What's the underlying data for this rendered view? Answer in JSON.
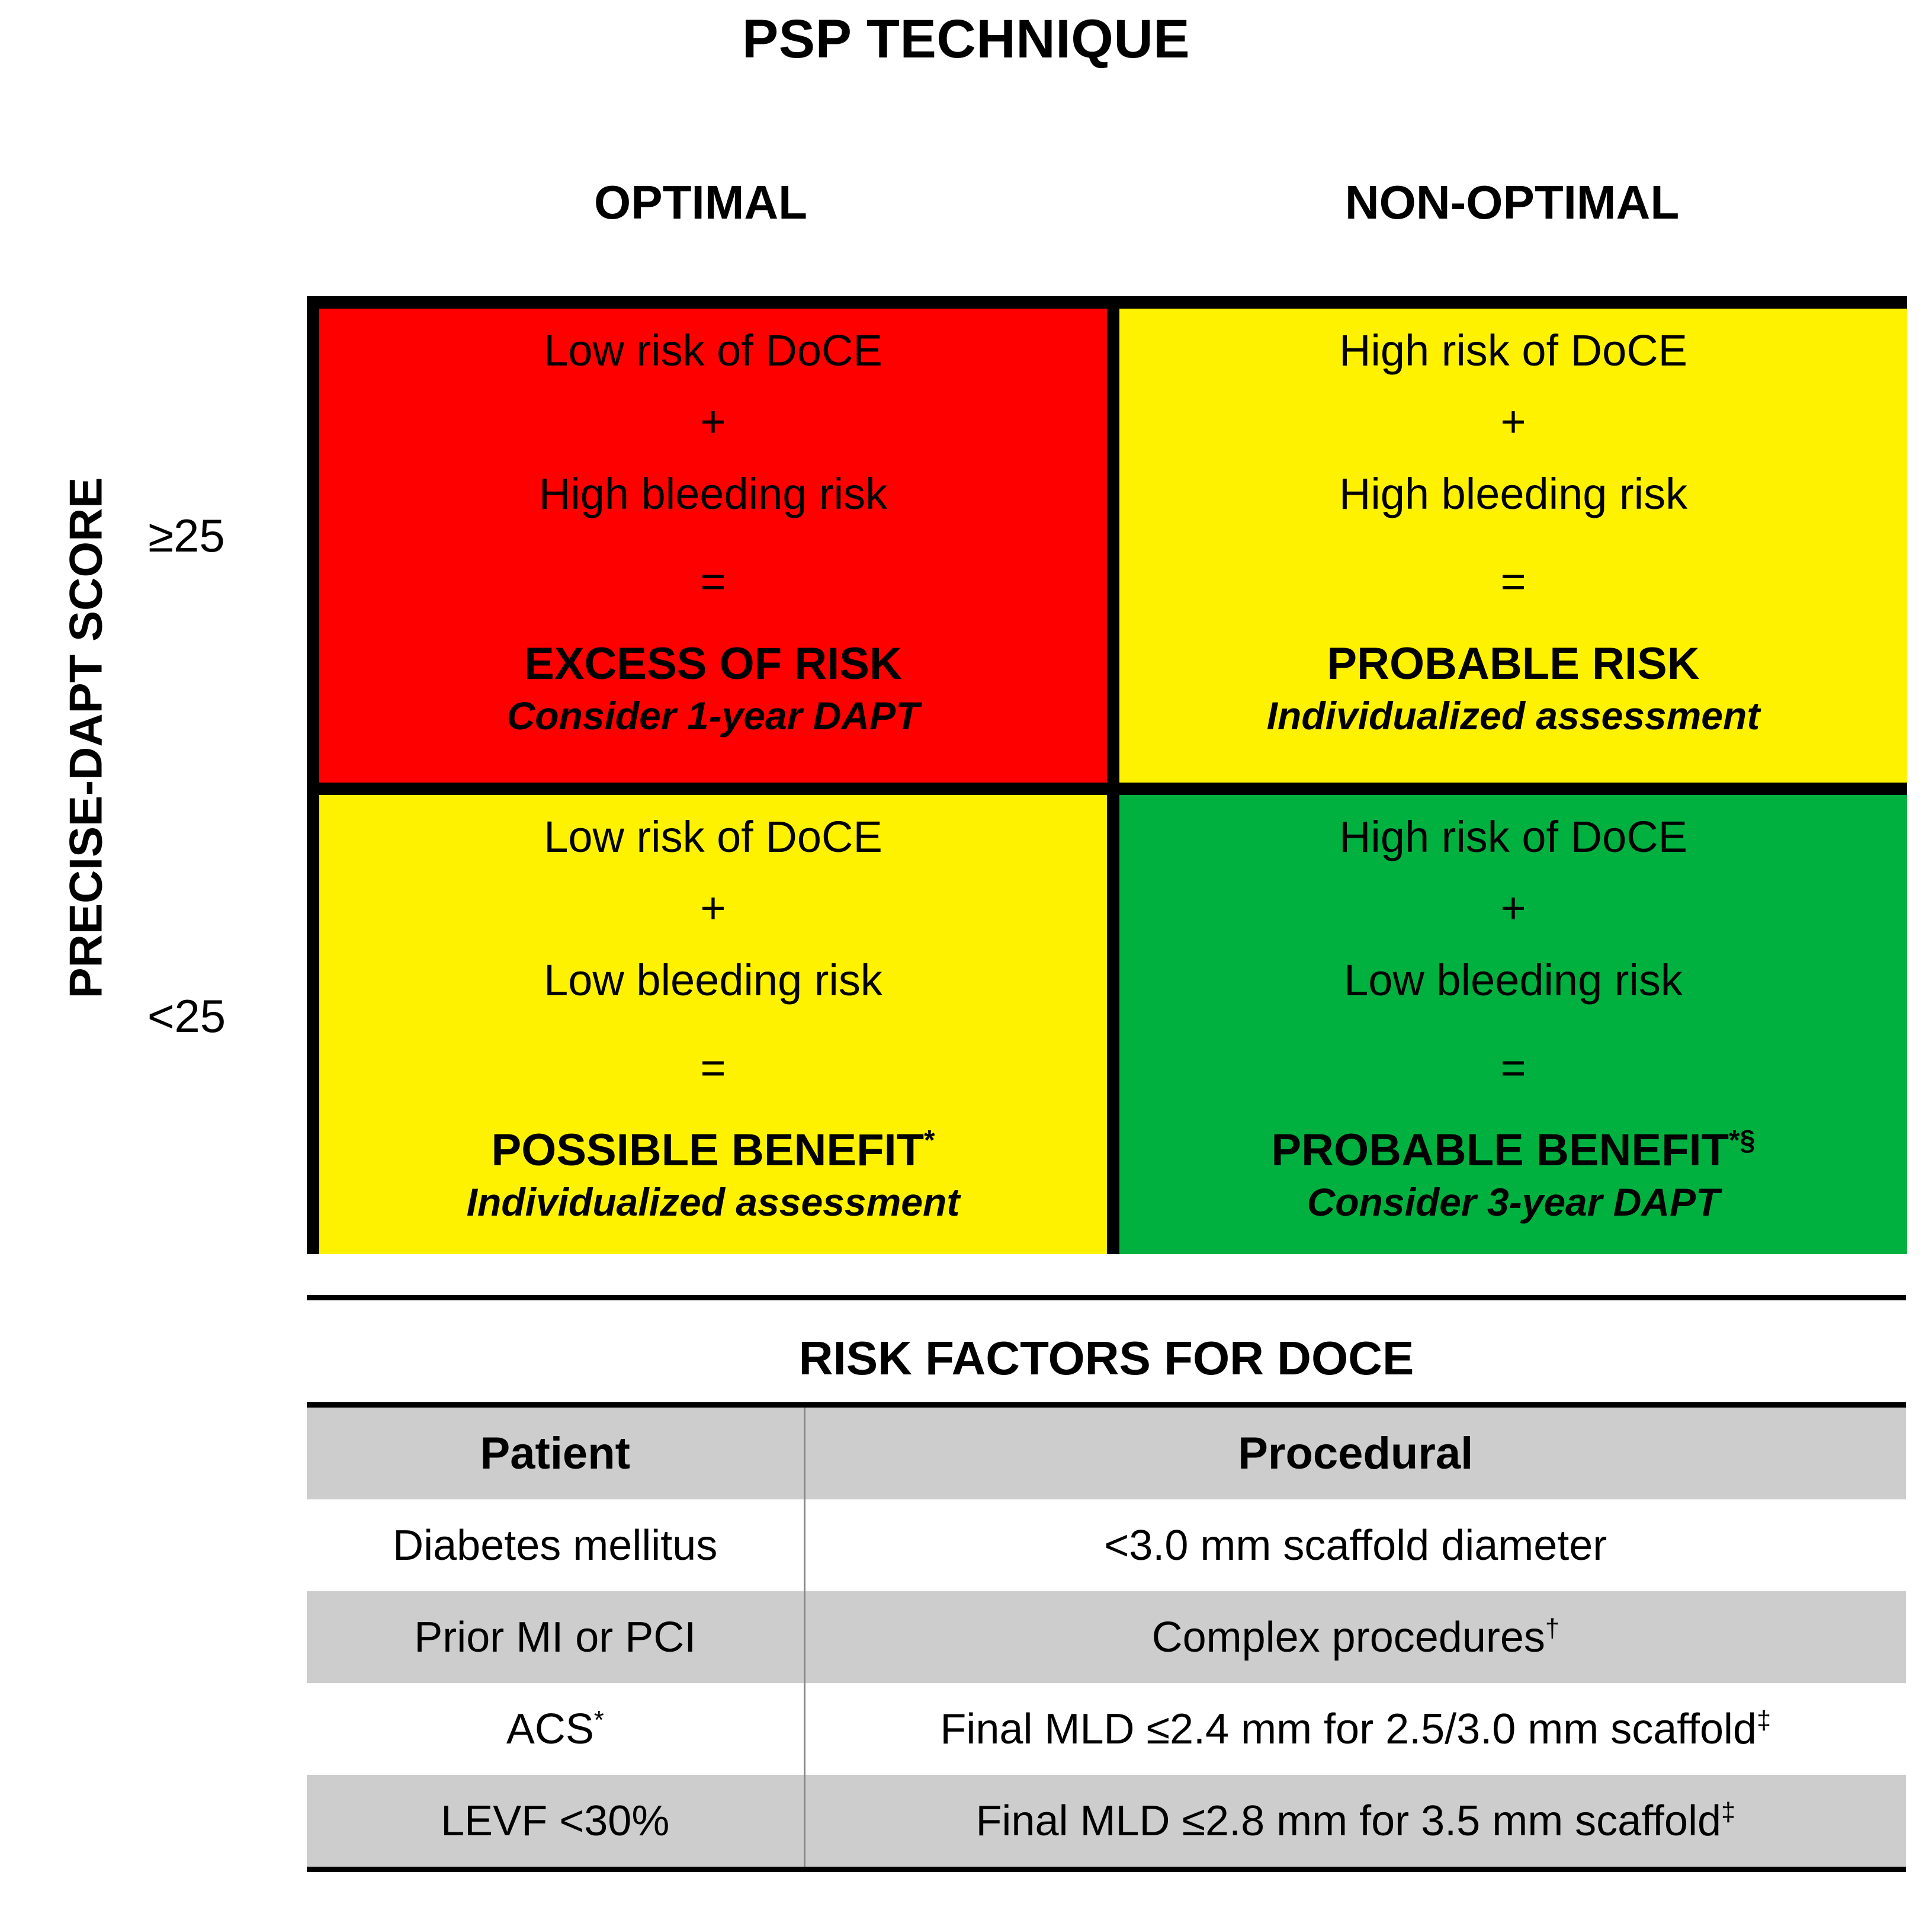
{
  "title": "PSP TECHNIQUE",
  "axis": {
    "y_label": "PRECISE-DAPT SCORE",
    "row_labels": [
      "≥25",
      "<25"
    ]
  },
  "columns": [
    {
      "label": "OPTIMAL"
    },
    {
      "label": "NON-OPTIMAL"
    }
  ],
  "matrix": {
    "cells": [
      {
        "id": "high-score-optimal",
        "color": "#fe0000",
        "color_name": "red",
        "line1": "Low risk of DoCE",
        "op1": "+",
        "line2": "High bleeding risk",
        "op2": "=",
        "verdict": "EXCESS OF RISK",
        "verdict_sup": "",
        "note": "Consider 1-year DAPT"
      },
      {
        "id": "high-score-nonoptimal",
        "color": "#fff200",
        "color_name": "yellow",
        "line1": "High risk of DoCE",
        "op1": "+",
        "line2": "High bleeding risk",
        "op2": "=",
        "verdict": "PROBABLE RISK",
        "verdict_sup": "",
        "note": "Individualized assessment"
      },
      {
        "id": "low-score-optimal",
        "color": "#fff200",
        "color_name": "yellow",
        "line1": "Low risk of DoCE",
        "op1": "+",
        "line2": "Low bleeding risk",
        "op2": "=",
        "verdict": "POSSIBLE BENEFIT",
        "verdict_sup": "*",
        "note": "Individualized assessment"
      },
      {
        "id": "low-score-nonoptimal",
        "color": "#00b140",
        "color_name": "green",
        "line1": "High risk of DoCE",
        "op1": "+",
        "line2": "Low bleeding risk",
        "op2": "=",
        "verdict": "PROBABLE BENEFIT",
        "verdict_sup": "*§",
        "note": "Consider 3-year DAPT"
      }
    ]
  },
  "risk_table": {
    "title": "RISK FACTORS FOR DOCE",
    "headers": [
      "Patient",
      "Procedural"
    ],
    "rows": [
      {
        "patient": "Diabetes mellitus",
        "patient_sup": "",
        "procedural": "<3.0 mm scaffold diameter",
        "procedural_sup": "",
        "shaded": false
      },
      {
        "patient": "Prior MI or PCI",
        "patient_sup": "",
        "procedural": "Complex procedures",
        "procedural_sup": "†",
        "shaded": true
      },
      {
        "patient": "ACS",
        "patient_sup": "*",
        "procedural": "Final MLD ≤2.4 mm for 2.5/3.0 mm scaffold",
        "procedural_sup": "‡",
        "shaded": false
      },
      {
        "patient": "LEVF <30%",
        "patient_sup": "",
        "procedural": "Final MLD ≤2.8 mm for 3.5 mm scaffold",
        "procedural_sup": "‡",
        "shaded": true
      }
    ]
  },
  "colors": {
    "red": "#fe0000",
    "yellow": "#fff200",
    "green": "#00b140",
    "table_shade": "#cdcdcd",
    "rule": "#000000"
  }
}
